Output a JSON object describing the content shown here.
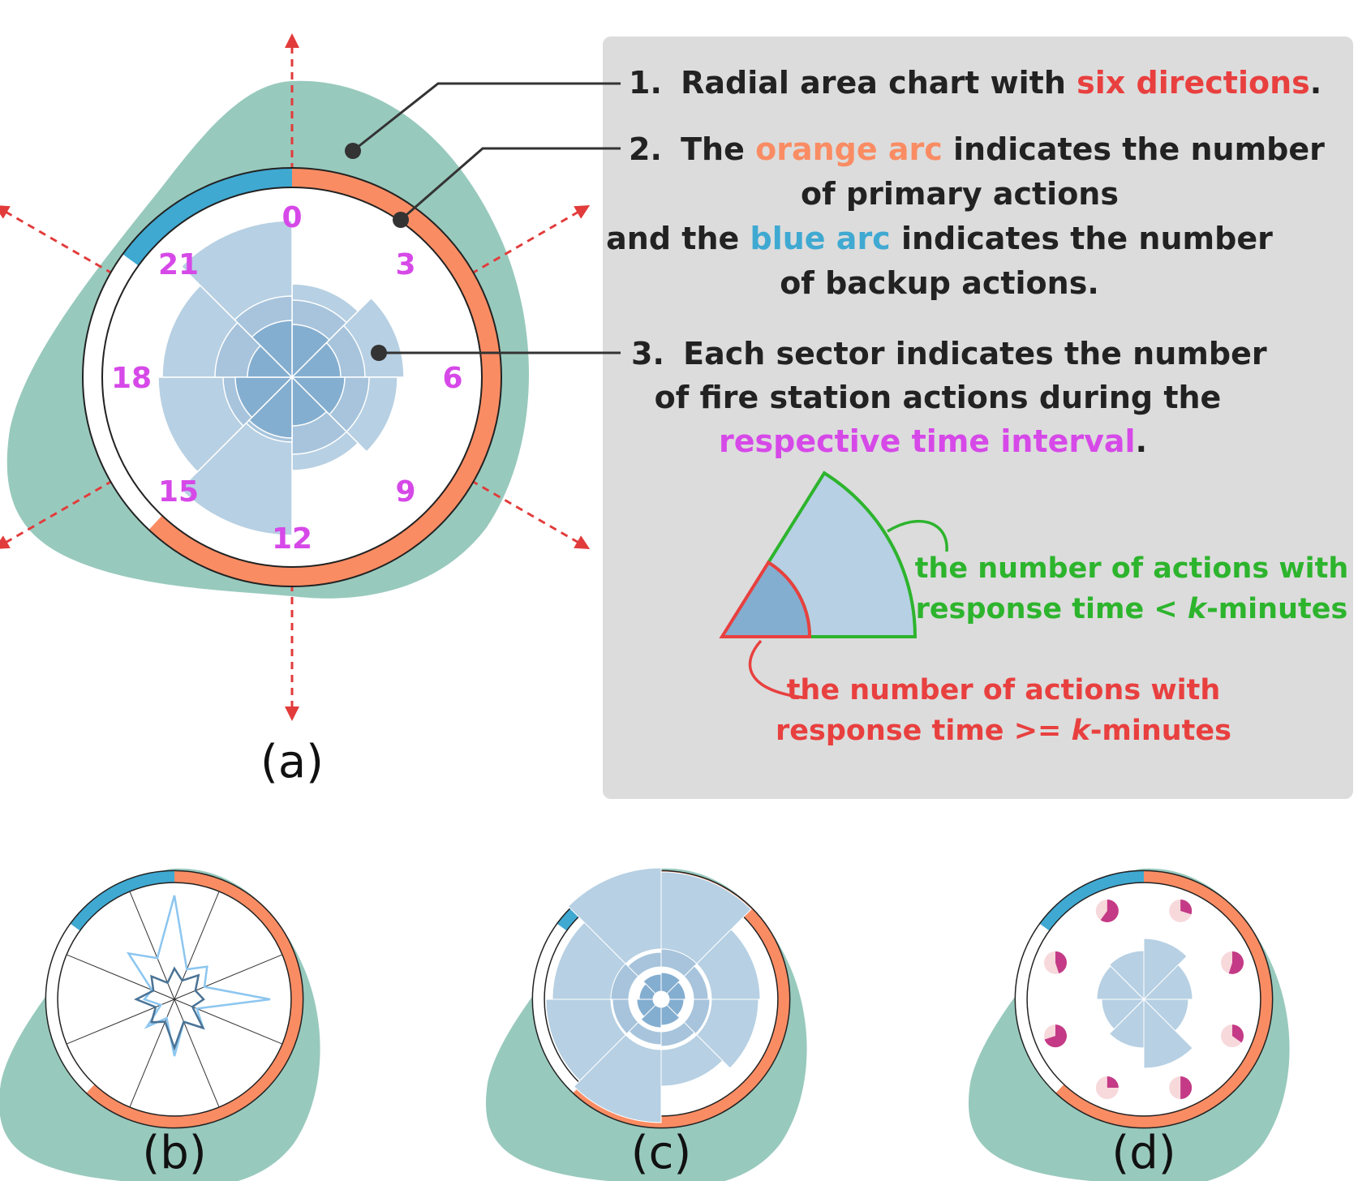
{
  "colors": {
    "teal": "#98c9bd",
    "orange": "#fa8c63",
    "blue_arc": "#3fa9d2",
    "sector_light": "#b7d0e3",
    "sector_mid": "#a7c4dc",
    "sector_dark": "#84aed0",
    "hour_label": "#d649e8",
    "arrow_red": "#e23b3b",
    "green": "#2db42d",
    "red": "#e8403f",
    "panel": "#dcdcdc",
    "pie_magenta": "#c43a86",
    "pie_pink": "#f7d9dc",
    "line_light": "#8cc6f0",
    "line_dark": "#4a7395"
  },
  "panel_a": {
    "label": "(a)",
    "hour_labels": [
      "0",
      "3",
      "6",
      "9",
      "12",
      "15",
      "18",
      "21"
    ],
    "arc_legend": {
      "primary_actions_fraction": 0.62,
      "backup_actions_fraction": 0.15
    }
  },
  "legend": {
    "item1": {
      "number": "1.",
      "before": "Radial area chart with ",
      "highlight": "six directions",
      "after": "."
    },
    "item2": {
      "number": "2.",
      "line1_before": "The ",
      "line1_highlight": "orange arc",
      "line1_after": " indicates the number",
      "line2": "of primary actions",
      "line3_before": "and the ",
      "line3_highlight": "blue arc",
      "line3_after": " indicates the number",
      "line4": "of backup actions."
    },
    "item3": {
      "number": "3.",
      "line1": "Each sector indicates the number",
      "line2": "of fire station actions during the",
      "line3_highlight": "respective time interval",
      "line3_after": "."
    },
    "green_note": {
      "line1": "the number of actions with",
      "line2_before": "response time < ",
      "line2_k": "k",
      "line2_after": "-minutes"
    },
    "red_note": {
      "line1": "the number of actions with",
      "line2_before": "response time >= ",
      "line2_k": "k",
      "line2_after": "-minutes"
    }
  },
  "variants": {
    "b_label": "(b)",
    "c_label": "(c)",
    "d_label": "(d)"
  }
}
